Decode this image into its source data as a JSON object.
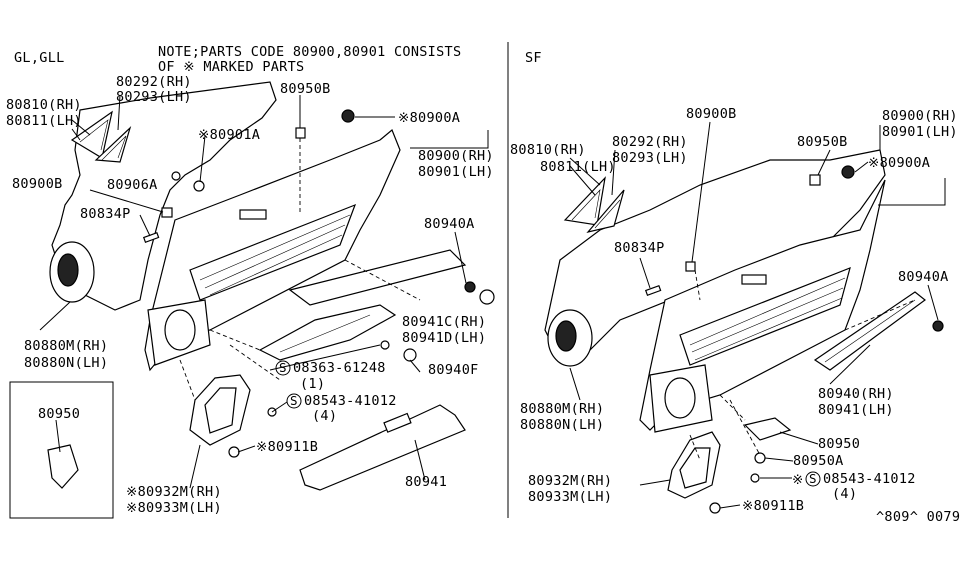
{
  "left": {
    "variant": "GL,GLL",
    "note_line1": "NOTE;PARTS CODE 80900,80901 CONSISTS",
    "note_line2": "OF ※ MARKED PARTS",
    "labels": {
      "l80810": "80810(RH)",
      "l80811": "80811(LH)",
      "l80292": "80292(RH)",
      "l80293": "80293(LH)",
      "l80950B": "80950B",
      "l80900A": "※80900A",
      "l80901A": "※80901A",
      "l80900rh": "80900(RH)",
      "l80901lh": "80901(LH)",
      "l80906A": "80906A",
      "l80900B": "80900B",
      "l80834P": "80834P",
      "l80940A": "80940A",
      "l80941Crh": "80941C(RH)",
      "l80941Dlh": "80941D(LH)",
      "l80940F": "80940F",
      "l80880M": "80880M(RH)",
      "l80880N": "80880N(LH)",
      "l08363": "08363-61248",
      "l08363q": "(1)",
      "l08543": "08543-41012",
      "l08543q": "(4)",
      "l80911B": "※80911B",
      "l80941": "80941",
      "l80932M": "※80932M(RH)",
      "l80933M": "※80933M(LH)",
      "l80950box": "80950"
    }
  },
  "right": {
    "variant": "SF",
    "labels": {
      "r80900B": "80900B",
      "r80900rh": "80900(RH)",
      "r80901lh": "80901(LH)",
      "r80810": "80810(RH)",
      "r80811": "80811(LH)",
      "r80292": "80292(RH)",
      "r80293": "80293(LH)",
      "r80950B": "80950B",
      "r80900A": "※80900A",
      "r80834P": "80834P",
      "r80940A": "80940A",
      "r80880M": "80880M(RH)",
      "r80880N": "80880N(LH)",
      "r80940rh": "80940(RH)",
      "r80941lh": "80941(LH)",
      "r80950": "80950",
      "r80950A": "80950A",
      "r08543": "08543-41012",
      "r08543q": "(4)",
      "r80932M": "80932M(RH)",
      "r80933M": "80933M(LH)",
      "r80911B": "※80911B",
      "code": "^809^ 0079"
    }
  },
  "symbols": {
    "screw_prefix": "S"
  },
  "colors": {
    "ink": "#000000",
    "paper": "#ffffff"
  }
}
